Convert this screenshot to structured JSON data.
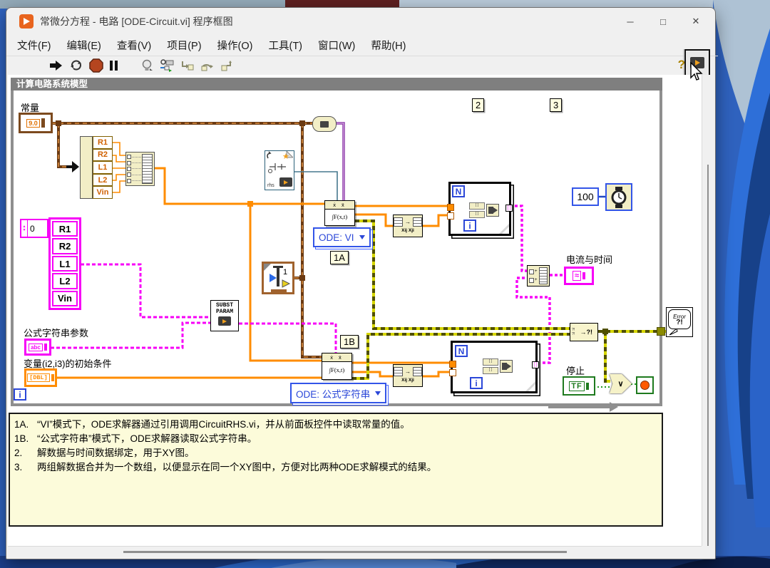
{
  "colors": {
    "accent_orange": "#ff8c00",
    "string_pink": "#f700f7",
    "cluster_brown": "#7c4a1e",
    "error_olive": "#8a8a00",
    "bool_green": "#1e7a1e",
    "node_blue": "#3355e8",
    "abort_red": "#b5451f",
    "desktop_blue": "#2f62be"
  },
  "window": {
    "title": "常微分方程 - 电路 [ODE-Circuit.vi] 程序框图",
    "controls": {
      "minimize": "─",
      "maximize": "□",
      "close": "✕"
    }
  },
  "menu": {
    "items": [
      "文件(F)",
      "编辑(E)",
      "查看(V)",
      "项目(P)",
      "操作(O)",
      "工具(T)",
      "窗口(W)",
      "帮助(H)"
    ]
  },
  "toolbar": {
    "help": "?"
  },
  "diagram": {
    "frame_label": "计算电路系统模型",
    "constant_label": "常量",
    "unbundle_fields": [
      "R1",
      "R2",
      "L1",
      "L2",
      "Vin"
    ],
    "param_array": {
      "index": "0",
      "items": [
        "R1",
        "R2",
        "L1",
        "L2",
        "Vin"
      ]
    },
    "formula_label": "公式字符串参数",
    "string_glyph": "abc",
    "init_label": "变量(i2,i3)的初始条件",
    "dbl_terminal": "[DBL]",
    "loop_n": "N",
    "loop_i": "i",
    "subst_line1": "SUBST",
    "subst_line2": "PARAM",
    "ode_header": "ẋ ẍ",
    "ode_body": "∫F(x,t)",
    "mode_vi": "ODE: VI",
    "mode_formula": "ODE: 公式字符串",
    "tag_1a": "1A",
    "tag_1b": "1B",
    "tag_2": "2",
    "tag_3": "3",
    "transpose_label": "Xij Xji",
    "wait_value": "100",
    "current_label": "电流与时间",
    "xy_glyph": "≈",
    "merge_in": "?!",
    "merge_main": "→?!",
    "stop_label": "停止",
    "tf": "TF",
    "or": "∨",
    "error_line1": "Error",
    "error_line2": "?!",
    "vi_ref_text": "rhs",
    "slider_value": "1"
  },
  "comments": {
    "rows": [
      {
        "marker": "1A.",
        "text": "“VI”模式下，ODE求解器通过引用调用CircuitRHS.vi，并从前面板控件中读取常量的值。"
      },
      {
        "marker": "1B.",
        "text": "“公式字符串”模式下，ODE求解器读取公式字符串。"
      },
      {
        "marker": "2.",
        "text": "解数据与时间数据绑定，用于XY图。"
      },
      {
        "marker": "3.",
        "text": "两组解数据合并为一个数组，以便显示在同一个XY图中，方便对比两种ODE求解模式的结果。"
      }
    ]
  }
}
